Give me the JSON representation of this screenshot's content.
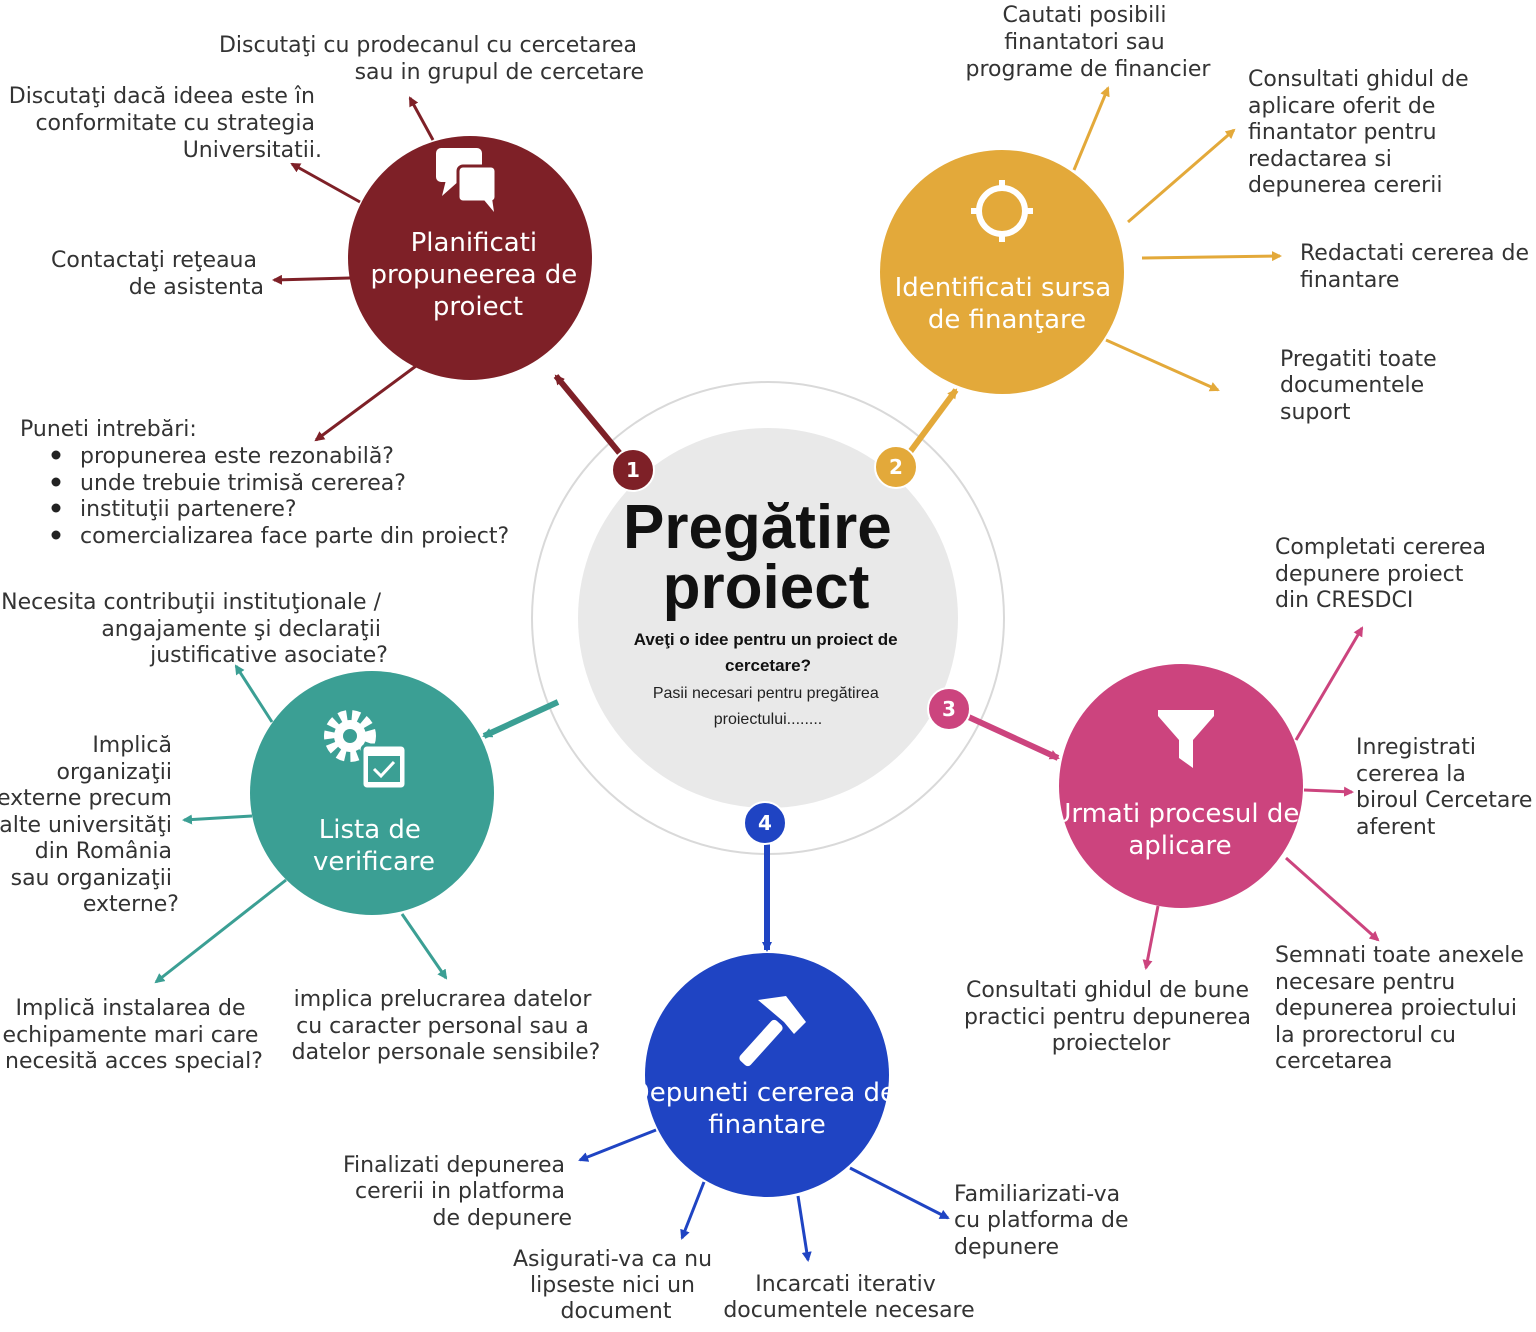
{
  "colors": {
    "red": "#7e2027",
    "yellow": "#e3a93a",
    "pink": "#cc447e",
    "blue": "#1f44c3",
    "teal": "#3b9f94",
    "center": "#e9e9e9"
  },
  "center": {
    "title": [
      "Pregătire",
      "proiect"
    ],
    "question": [
      "Aveţi o idee pentru un proiect de",
      "cercetare?"
    ],
    "subtitle": [
      "Pasii necesari pentru pregătirea",
      "proiectului........"
    ]
  },
  "steps": [
    {
      "number": "1",
      "color": "red",
      "icon": "chat-bubbles-icon",
      "title": [
        "Planificati",
        "propuneerea de",
        "proiect"
      ],
      "notes": [
        [
          "Discutaţi cu prodecanul cu cercetarea",
          "sau  in grupul de cercetare"
        ],
        [
          "Discutaţi dacă ideea este în",
          "conformitate cu strategia",
          "Universitatii."
        ],
        [
          "Contactaţi reţeaua",
          "de asistenta"
        ]
      ],
      "questions": {
        "heading": "Puneti intrebări:",
        "items": [
          "propunerea este rezonabilă?",
          "unde trebuie trimisă cererea?",
          "instituţii partenere?",
          "comercializarea face parte din proiect?"
        ]
      }
    },
    {
      "number": "2",
      "color": "yellow",
      "icon": "target-crosshair-icon",
      "title": [
        "Identificati sursa",
        "de finanţare"
      ],
      "notes": [
        [
          "Cautati posibili",
          "finantatori sau",
          "programe de financier"
        ],
        [
          "Consultati ghidul de",
          "aplicare oferit de",
          "finantator pentru",
          "redactarea si",
          "depunerea cererii"
        ],
        [
          "Redactati cererea de",
          "finantare"
        ],
        [
          "Pregatiti toate",
          "documentele",
          "suport"
        ]
      ]
    },
    {
      "number": "3",
      "color": "pink",
      "icon": "funnel-icon",
      "title": [
        "Urmati procesul de",
        "aplicare"
      ],
      "notes": [
        [
          "Completati cererea",
          "depunere proiect",
          "din CRESDCI"
        ],
        [
          "Inregistrati",
          "cererea la",
          "biroul Cercetare",
          "aferent"
        ],
        [
          "Semnati toate anexele",
          "necesare pentru",
          "depunerea proiectului",
          "la prorectorul cu",
          "cercetarea"
        ],
        [
          "Consultati ghidul de bune",
          "practici pentru depunerea",
          "proiectelor"
        ]
      ]
    },
    {
      "number": "4",
      "color": "blue",
      "icon": "hammer-icon",
      "title": [
        "Depuneti cererea de",
        "finantare"
      ],
      "notes": [
        [
          "Familiarizati-va",
          "cu platforma de",
          "depunere"
        ],
        [
          "Incarcati iterativ",
          "documentele necesare"
        ],
        [
          "Asigurati-va ca nu",
          "lipseste nici un",
          "document"
        ],
        [
          "Finalizati depunerea",
          "cererii  in platforma",
          "de  depunere"
        ]
      ]
    },
    {
      "color": "teal",
      "icon": "gear-checklist-icon",
      "title": [
        "Lista de",
        "verificare"
      ],
      "notes": [
        [
          "Necesita contribuţii instituţionale /",
          "angajamente şi declaraţii",
          "justificative asociate?"
        ],
        [
          "Implică",
          "organizaţii",
          "externe precum",
          "alte universităţi",
          "din România",
          "sau organizaţii",
          "externe?"
        ],
        [
          "Implică instalarea de",
          "echipamente mari care",
          "necesită acces special?"
        ],
        [
          "implica prelucrarea datelor",
          "cu caracter personal sau a",
          "datelor personale sensibile?"
        ]
      ]
    }
  ]
}
